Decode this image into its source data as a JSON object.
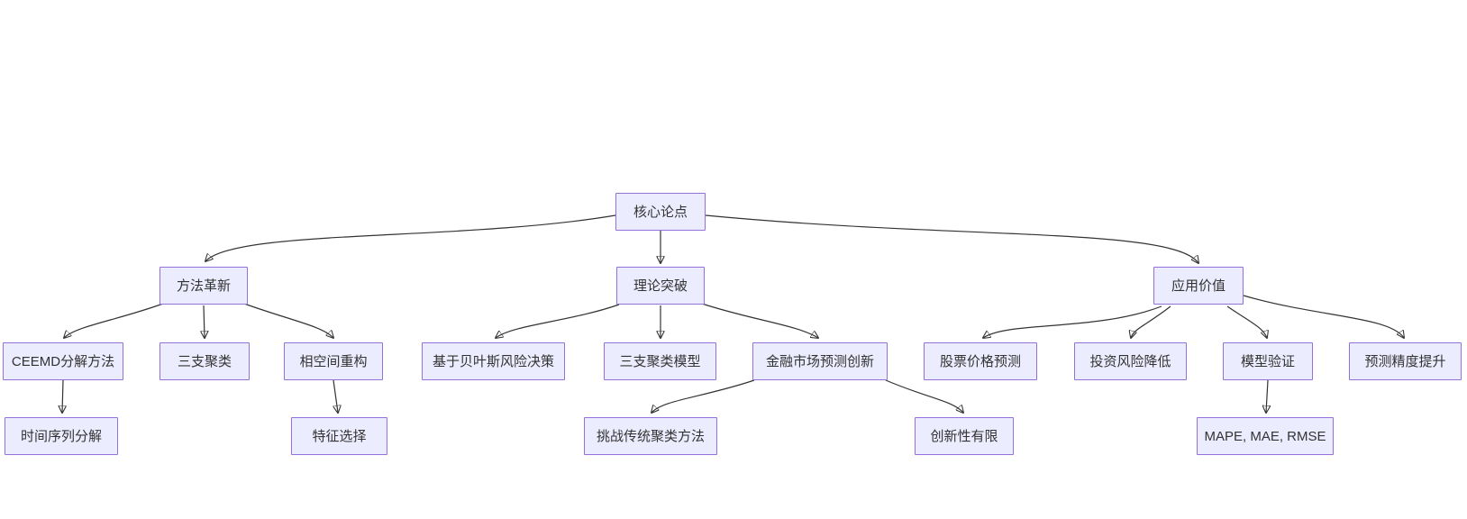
{
  "diagram": {
    "kind": "mermaid-style flowchart (top-down tree)",
    "background_color": "#ffffff",
    "node_fill_color": "#ECECFF",
    "node_border_color": "#9370DB",
    "edge_color": "#333333",
    "text_color": "#333333"
  },
  "nodes": {
    "root": {
      "label": "核心论点"
    },
    "method": {
      "label": "方法革新"
    },
    "theory": {
      "label": "理论突破"
    },
    "application": {
      "label": "应用价值"
    },
    "ceemd": {
      "label": "CEEMD分解方法"
    },
    "three_way_clustering": {
      "label": "三支聚类"
    },
    "phase_space": {
      "label": "相空间重构"
    },
    "bayes_risk": {
      "label": "基于贝叶斯风险决策"
    },
    "three_way_model": {
      "label": "三支聚类模型"
    },
    "finance_innovation": {
      "label": "金融市场预测创新"
    },
    "stock_prediction": {
      "label": "股票价格预测"
    },
    "risk_reduction": {
      "label": "投资风险降低"
    },
    "model_validation": {
      "label": "模型验证"
    },
    "accuracy_improvement": {
      "label": "预测精度提升"
    },
    "time_series_decomposition": {
      "label": "时间序列分解"
    },
    "feature_selection": {
      "label": "特征选择"
    },
    "challenge_traditional": {
      "label": "挑战传统聚类方法"
    },
    "limited_novelty": {
      "label": "创新性有限"
    },
    "metrics": {
      "label": "MAPE, MAE, RMSE"
    }
  },
  "edges": [
    {
      "from": "核心论点",
      "to": "方法革新"
    },
    {
      "from": "核心论点",
      "to": "理论突破"
    },
    {
      "from": "核心论点",
      "to": "应用价值"
    },
    {
      "from": "方法革新",
      "to": "CEEMD分解方法"
    },
    {
      "from": "方法革新",
      "to": "三支聚类"
    },
    {
      "from": "方法革新",
      "to": "相空间重构"
    },
    {
      "from": "理论突破",
      "to": "基于贝叶斯风险决策"
    },
    {
      "from": "理论突破",
      "to": "三支聚类模型"
    },
    {
      "from": "理论突破",
      "to": "金融市场预测创新"
    },
    {
      "from": "应用价值",
      "to": "股票价格预测"
    },
    {
      "from": "应用价值",
      "to": "投资风险降低"
    },
    {
      "from": "应用价值",
      "to": "模型验证"
    },
    {
      "from": "应用价值",
      "to": "预测精度提升"
    },
    {
      "from": "CEEMD分解方法",
      "to": "时间序列分解"
    },
    {
      "from": "相空间重构",
      "to": "特征选择"
    },
    {
      "from": "金融市场预测创新",
      "to": "挑战传统聚类方法"
    },
    {
      "from": "金融市场预测创新",
      "to": "创新性有限"
    },
    {
      "from": "模型验证",
      "to": "MAPE, MAE, RMSE"
    }
  ]
}
